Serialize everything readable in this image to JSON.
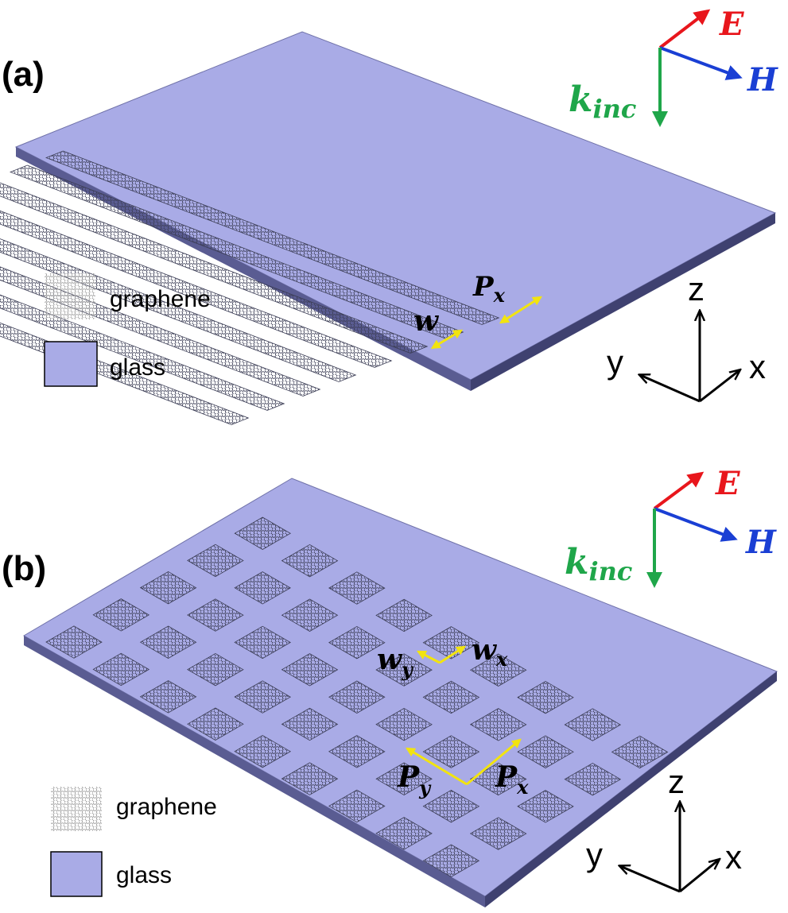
{
  "panel_a": {
    "label": "(a)",
    "legend": {
      "graphene": "graphene",
      "glass": "glass"
    },
    "dimensions": {
      "period": "P",
      "period_sub": "x",
      "width": "w"
    },
    "fields": {
      "e": "E",
      "h": "H",
      "k": "k",
      "k_sub": "inc"
    },
    "axes": {
      "z": "z",
      "y": "y",
      "x": "x"
    }
  },
  "panel_b": {
    "label": "(b)",
    "legend": {
      "graphene": "graphene",
      "glass": "glass"
    },
    "dimensions": {
      "period_x": "P",
      "period_x_sub": "x",
      "period_y": "P",
      "period_y_sub": "y",
      "width_x": "w",
      "width_x_sub": "x",
      "width_y": "w",
      "width_y_sub": "y"
    },
    "fields": {
      "e": "E",
      "h": "H",
      "k": "k",
      "k_sub": "inc"
    },
    "axes": {
      "z": "z",
      "y": "y",
      "x": "x"
    }
  },
  "colors": {
    "glass_top": "#a9abe6",
    "glass_edge": "#4b4d7e",
    "graphene_line": "#3b3d55",
    "e_field": "#e8161c",
    "h_field": "#1a3fd4",
    "k_vector": "#1fa64a",
    "dimension_arrow": "#f2e40f"
  }
}
